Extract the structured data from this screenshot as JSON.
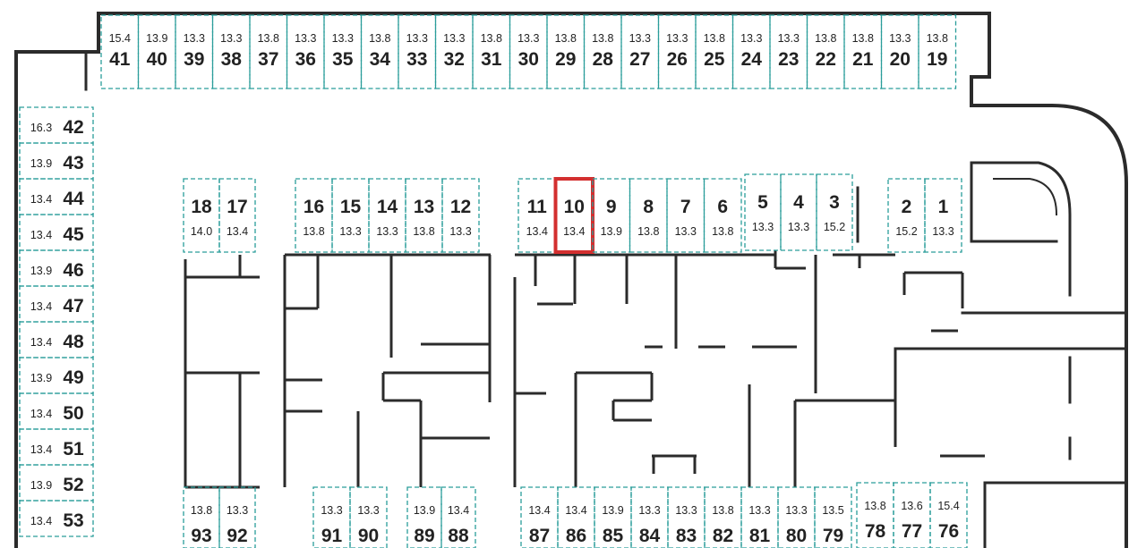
{
  "colors": {
    "wall": "#2b2b2b",
    "stall_border": "#2a9d9a",
    "highlight": "#d32f2f",
    "text": "#222222",
    "background": "#ffffff"
  },
  "highlighted_spot": "10",
  "rows": {
    "top": [
      {
        "n": "41",
        "a": "15.4"
      },
      {
        "n": "40",
        "a": "13.9"
      },
      {
        "n": "39",
        "a": "13.3"
      },
      {
        "n": "38",
        "a": "13.3"
      },
      {
        "n": "37",
        "a": "13.8"
      },
      {
        "n": "36",
        "a": "13.3"
      },
      {
        "n": "35",
        "a": "13.3"
      },
      {
        "n": "34",
        "a": "13.8"
      },
      {
        "n": "33",
        "a": "13.3"
      },
      {
        "n": "32",
        "a": "13.3"
      },
      {
        "n": "31",
        "a": "13.8"
      },
      {
        "n": "30",
        "a": "13.3"
      },
      {
        "n": "29",
        "a": "13.8"
      },
      {
        "n": "28",
        "a": "13.8"
      },
      {
        "n": "27",
        "a": "13.3"
      },
      {
        "n": "26",
        "a": "13.3"
      },
      {
        "n": "25",
        "a": "13.8"
      },
      {
        "n": "24",
        "a": "13.3"
      },
      {
        "n": "23",
        "a": "13.3"
      },
      {
        "n": "22",
        "a": "13.8"
      },
      {
        "n": "21",
        "a": "13.8"
      },
      {
        "n": "20",
        "a": "13.3"
      },
      {
        "n": "19",
        "a": "13.8"
      }
    ],
    "left": [
      {
        "n": "42",
        "a": "16.3"
      },
      {
        "n": "43",
        "a": "13.9"
      },
      {
        "n": "44",
        "a": "13.4"
      },
      {
        "n": "45",
        "a": "13.4"
      },
      {
        "n": "46",
        "a": "13.9"
      },
      {
        "n": "47",
        "a": "13.4"
      },
      {
        "n": "48",
        "a": "13.4"
      },
      {
        "n": "49",
        "a": "13.9"
      },
      {
        "n": "50",
        "a": "13.4"
      },
      {
        "n": "51",
        "a": "13.4"
      },
      {
        "n": "52",
        "a": "13.9"
      },
      {
        "n": "53",
        "a": "13.4"
      }
    ],
    "middle_a": [
      {
        "n": "18",
        "a": "14.0"
      },
      {
        "n": "17",
        "a": "13.4"
      }
    ],
    "middle_b": [
      {
        "n": "16",
        "a": "13.8"
      },
      {
        "n": "15",
        "a": "13.3"
      },
      {
        "n": "14",
        "a": "13.3"
      },
      {
        "n": "13",
        "a": "13.8"
      },
      {
        "n": "12",
        "a": "13.3"
      }
    ],
    "middle_c": [
      {
        "n": "11",
        "a": "13.4"
      },
      {
        "n": "10",
        "a": "13.4"
      },
      {
        "n": "9",
        "a": "13.9"
      },
      {
        "n": "8",
        "a": "13.8"
      },
      {
        "n": "7",
        "a": "13.3"
      },
      {
        "n": "6",
        "a": "13.8"
      }
    ],
    "middle_d": [
      {
        "n": "5",
        "a": "13.3"
      },
      {
        "n": "4",
        "a": "13.3"
      },
      {
        "n": "3",
        "a": "15.2"
      }
    ],
    "middle_e": [
      {
        "n": "2",
        "a": "15.2"
      },
      {
        "n": "1",
        "a": "13.3"
      }
    ],
    "bottom": [
      {
        "n": "93",
        "a": "13.8"
      },
      {
        "n": "92",
        "a": "13.3"
      },
      {
        "n": "91",
        "a": "13.3"
      },
      {
        "n": "90",
        "a": "13.3"
      },
      {
        "n": "89",
        "a": "13.9"
      },
      {
        "n": "88",
        "a": "13.4"
      },
      {
        "n": "87",
        "a": "13.4"
      },
      {
        "n": "86",
        "a": "13.4"
      },
      {
        "n": "85",
        "a": "13.9"
      },
      {
        "n": "84",
        "a": "13.3"
      },
      {
        "n": "83",
        "a": "13.3"
      },
      {
        "n": "82",
        "a": "13.8"
      },
      {
        "n": "81",
        "a": "13.3"
      },
      {
        "n": "80",
        "a": "13.3"
      },
      {
        "n": "79",
        "a": "13.5"
      },
      {
        "n": "78",
        "a": "13.8"
      },
      {
        "n": "77",
        "a": "13.6"
      },
      {
        "n": "76",
        "a": "15.4"
      }
    ]
  }
}
